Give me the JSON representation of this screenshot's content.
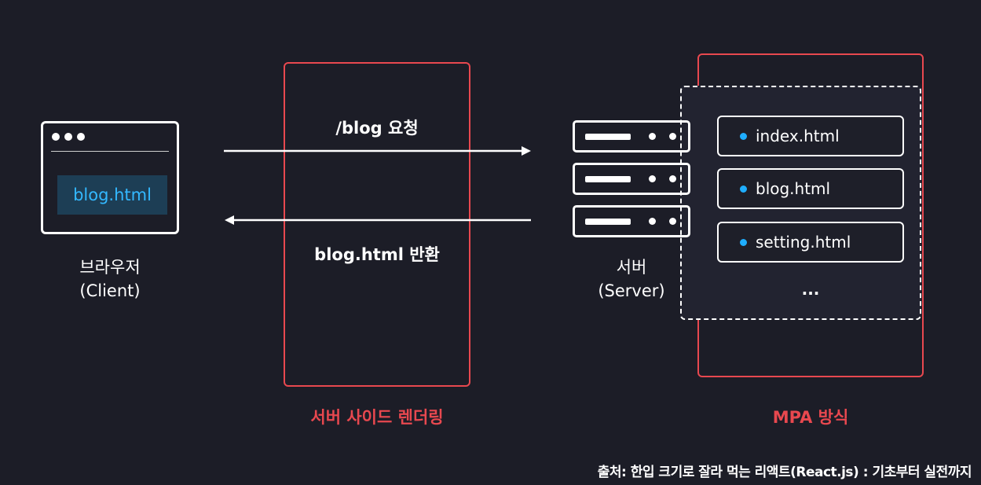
{
  "client": {
    "file": "blog.html",
    "label_line1": "브라우저",
    "label_line2": "(Client)"
  },
  "request": {
    "label": "/blog 요청"
  },
  "response": {
    "label": "blog.html 반환"
  },
  "ssr_box": {
    "label": "서버 사이드 렌더링",
    "color": "#e8484f"
  },
  "server": {
    "label_line1": "서버",
    "label_line2": "(Server)"
  },
  "mpa_box": {
    "label": "MPA 방식",
    "color": "#e8484f"
  },
  "files": [
    {
      "name": "index.html"
    },
    {
      "name": "blog.html"
    },
    {
      "name": "setting.html"
    }
  ],
  "files_more": "...",
  "source": "출처: 한입 크기로 잘라 먹는 리액트(React.js) : 기초부터 실전까지",
  "colors": {
    "background": "#1c1d27",
    "accent_blue": "#33b8ff",
    "accent_red": "#e8484f"
  }
}
